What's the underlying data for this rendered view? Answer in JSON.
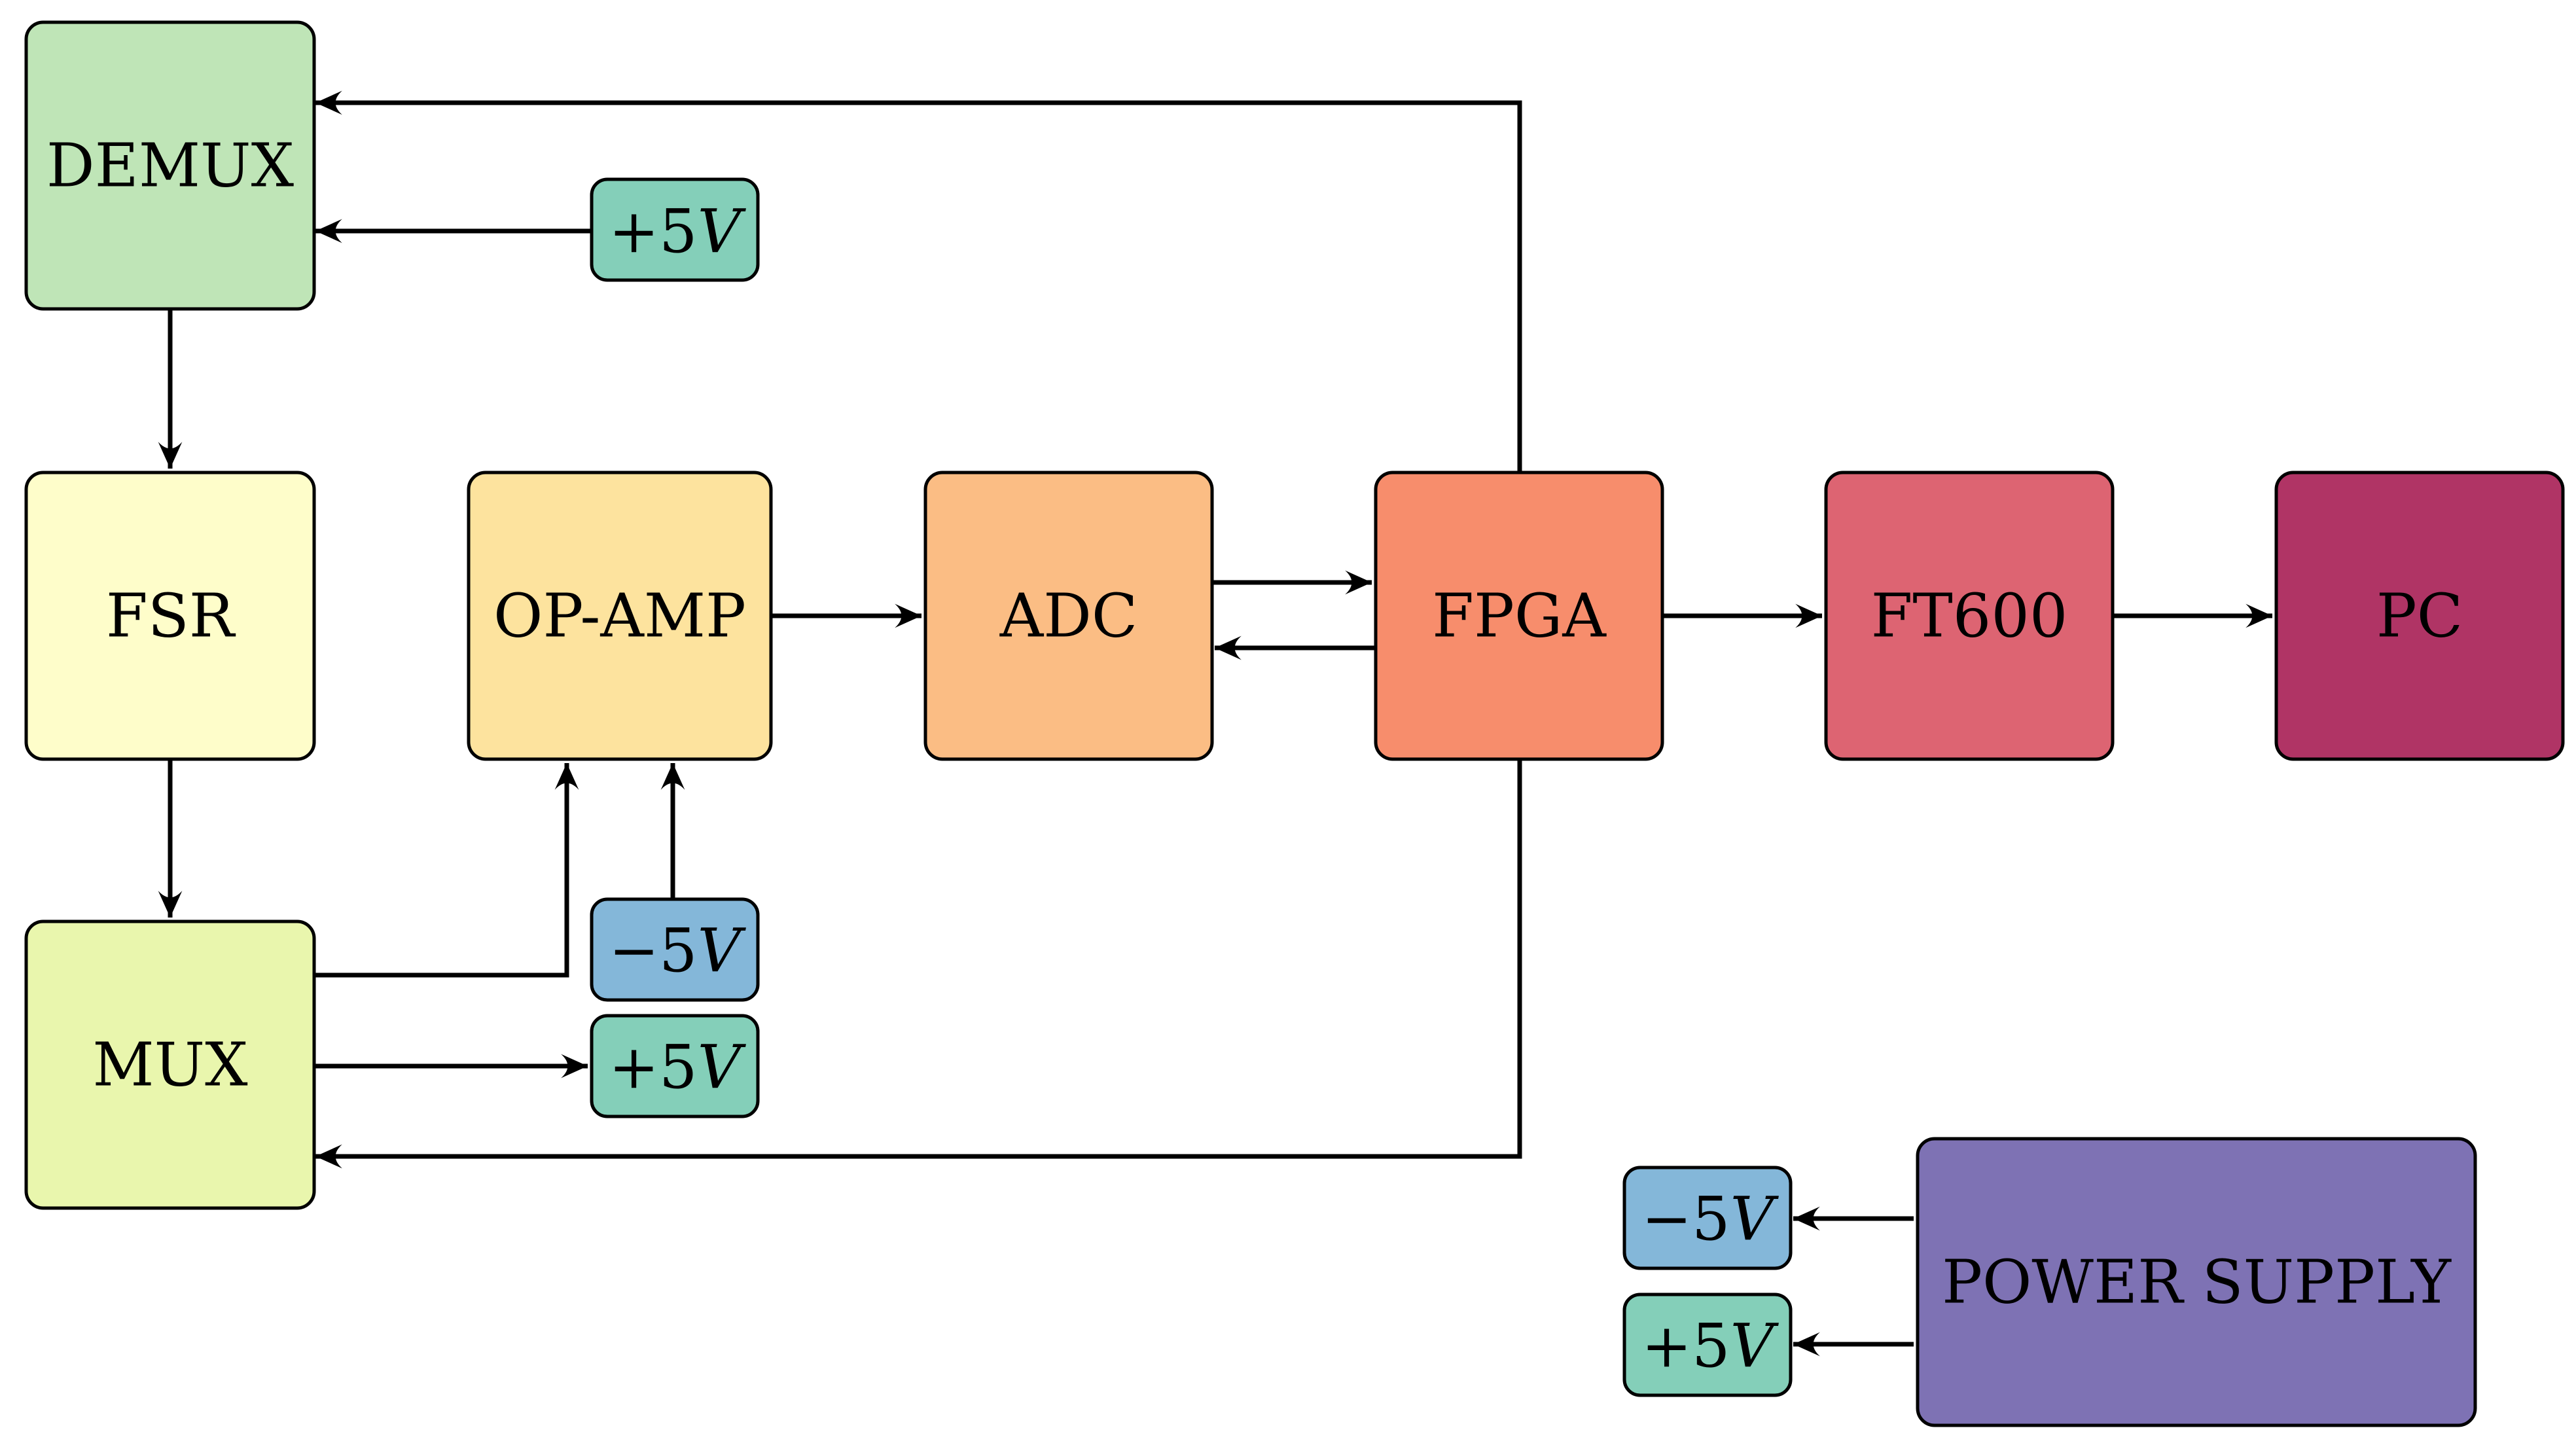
{
  "blocks": {
    "demux": {
      "label": "DEMUX",
      "color": "#bfe5b7"
    },
    "fsr": {
      "label": "FSR",
      "color": "#fefdca"
    },
    "mux": {
      "label": "MUX",
      "color": "#e9f6ad"
    },
    "opamp": {
      "label": "OP-AMP",
      "color": "#fde39e"
    },
    "adc": {
      "label": "ADC",
      "color": "#fbbd84"
    },
    "fpga": {
      "label": "FPGA",
      "color": "#f78d6c"
    },
    "ft600": {
      "label": "FT600",
      "color": "#dd6472"
    },
    "pc": {
      "label": "PC",
      "color": "#b03465"
    },
    "power_supply": {
      "label": "POWER SUPPLY",
      "color": "#7e72b4"
    }
  },
  "voltages": {
    "demux_plus": {
      "sign": "+",
      "value": "5",
      "unit": "V",
      "color": "#84cfb9"
    },
    "opamp_minus": {
      "sign": "−",
      "value": "5",
      "unit": "V",
      "color": "#84b7d9"
    },
    "mux_plus": {
      "sign": "+",
      "value": "5",
      "unit": "V",
      "color": "#84cfb9"
    },
    "ps_minus": {
      "sign": "−",
      "value": "5",
      "unit": "V",
      "color": "#84b7d9"
    },
    "ps_plus": {
      "sign": "+",
      "value": "5",
      "unit": "V",
      "color": "#84cfb9"
    }
  }
}
